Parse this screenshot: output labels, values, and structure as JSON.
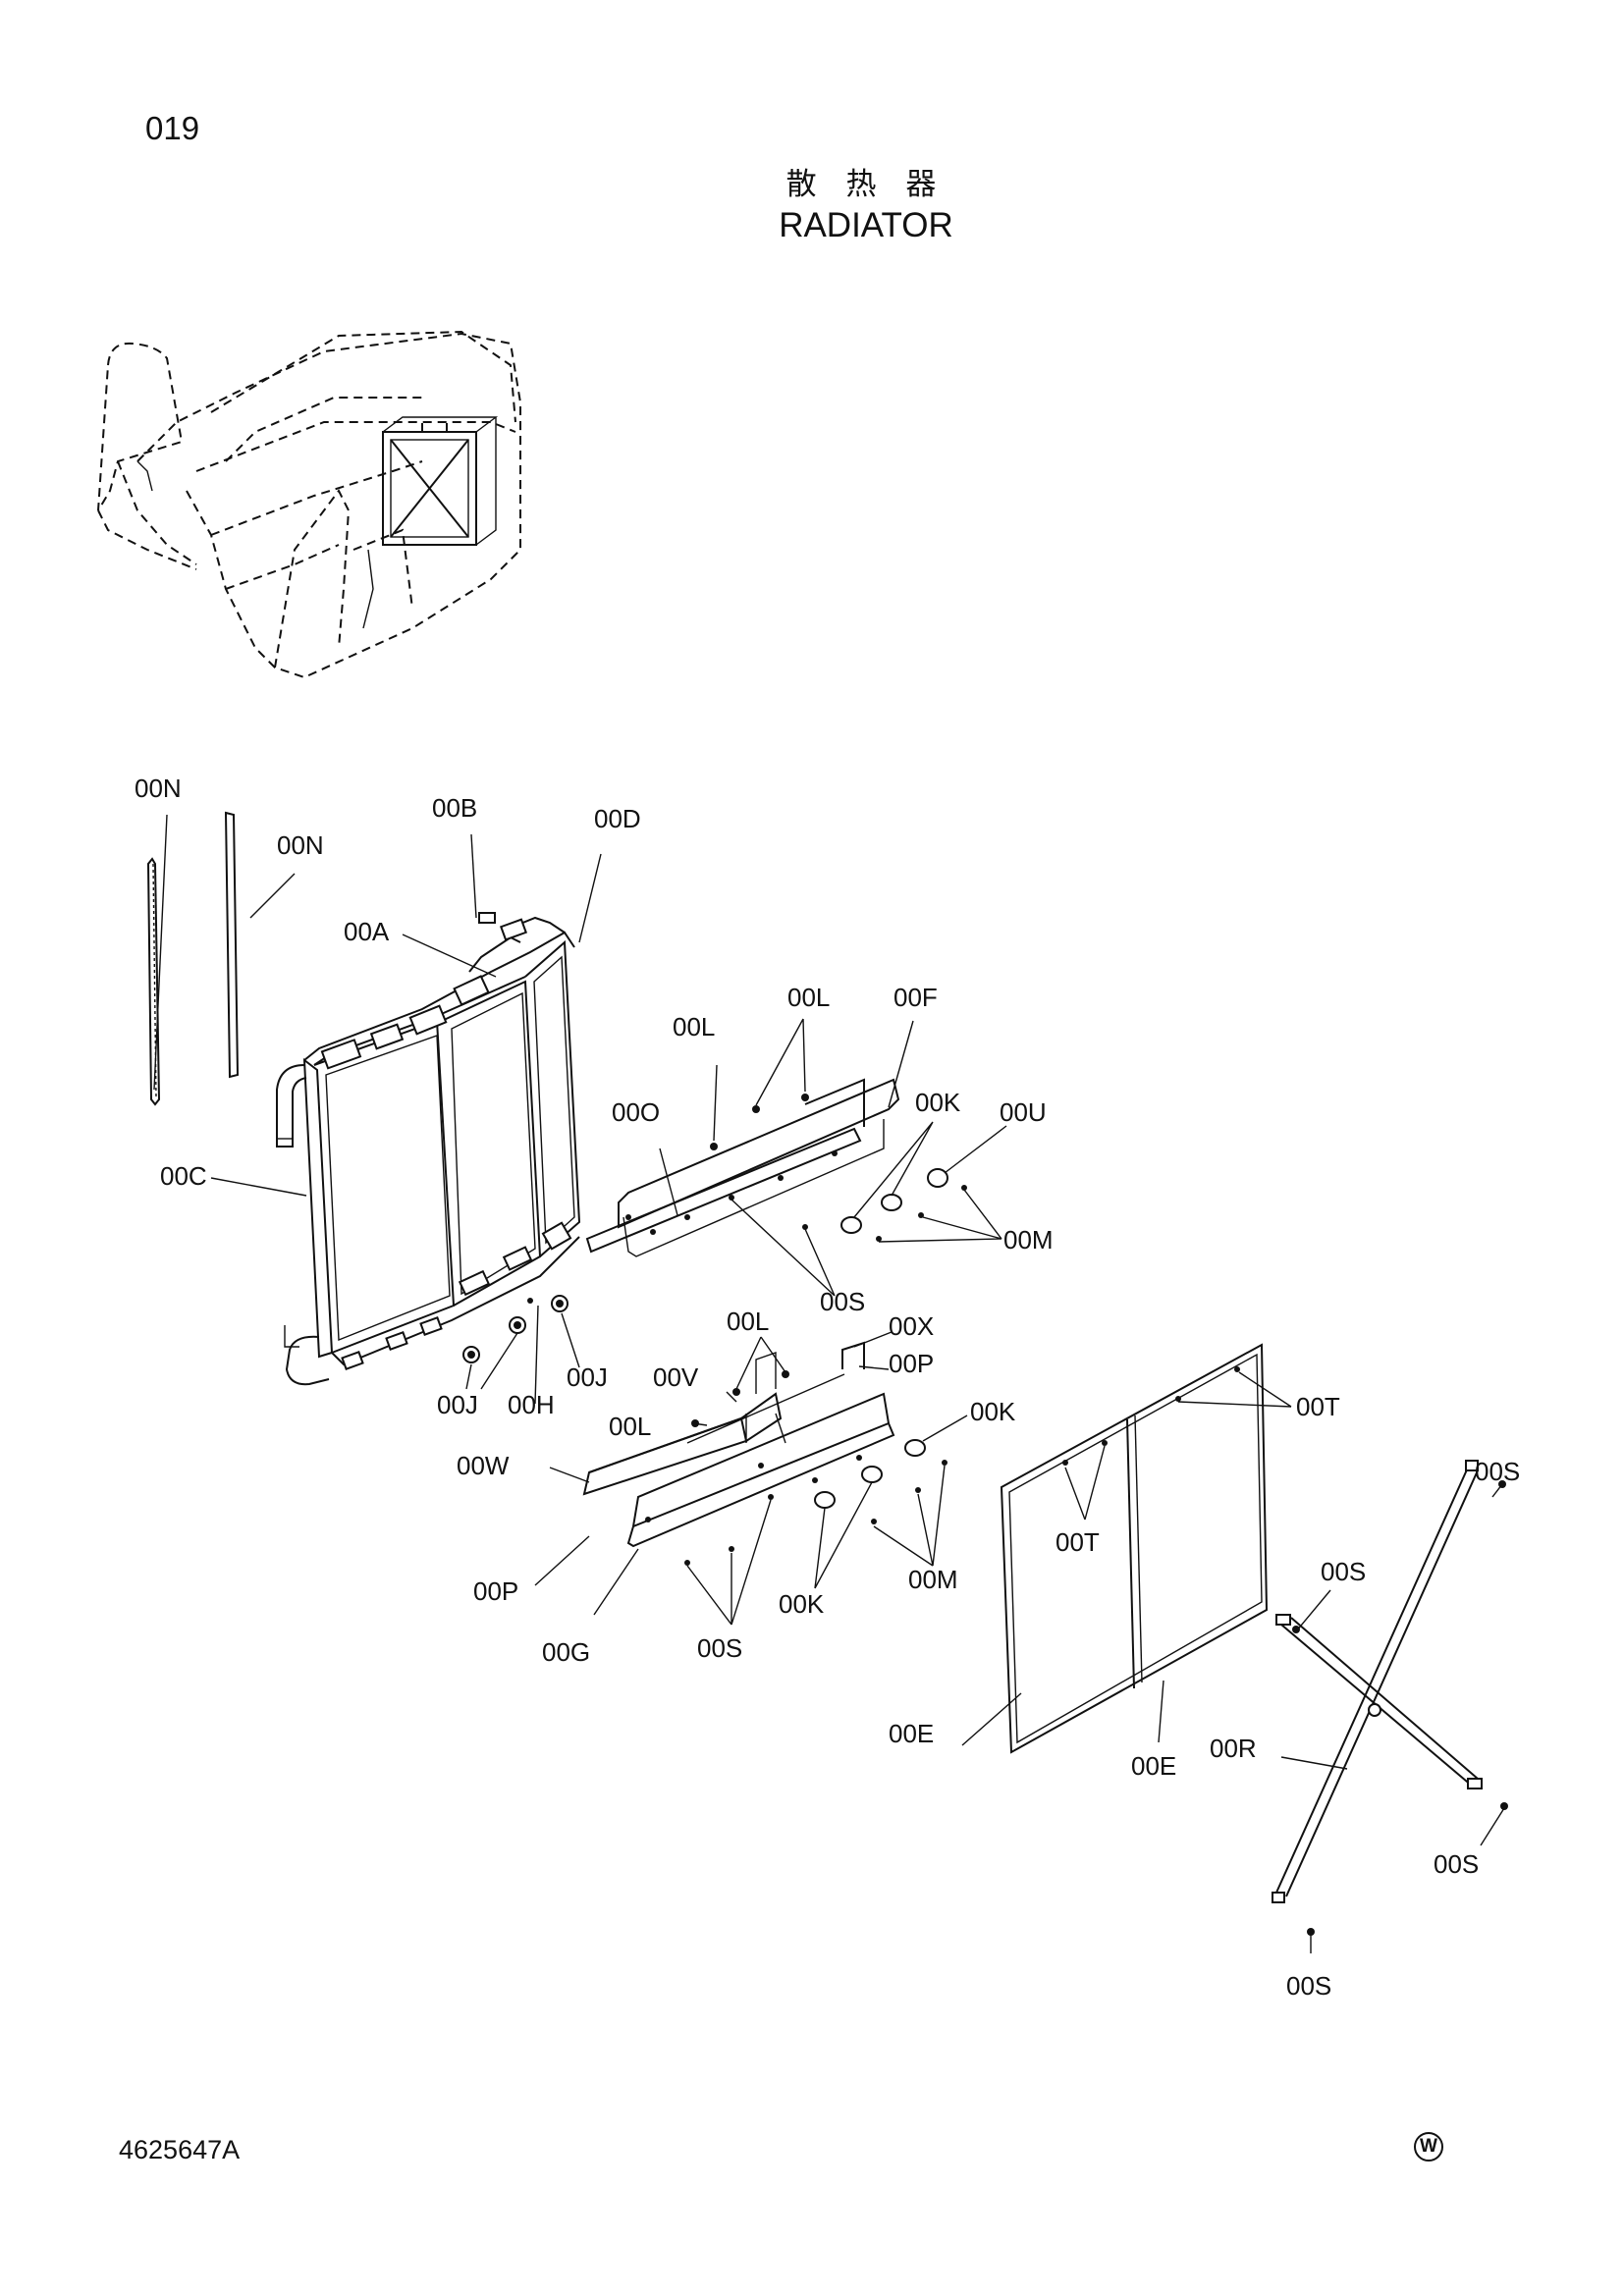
{
  "header": {
    "page_number": "019",
    "title_cn": "散 热 器",
    "title_en": "RADIATOR"
  },
  "footer": {
    "document_number": "4625647A",
    "mark": "W"
  },
  "callouts": {
    "n1": "00N",
    "n2": "00N",
    "b": "00B",
    "d": "00D",
    "a": "00A",
    "c": "00C",
    "j1": "00J",
    "j2": "00J",
    "h": "00H",
    "l1": "00L",
    "l2": "00L",
    "f": "00F",
    "o": "00O",
    "k1": "00K",
    "u": "00U",
    "m1": "00M",
    "s1": "00S",
    "l3": "00L",
    "x": "00X",
    "v": "00V",
    "p1": "00P",
    "l4": "00L",
    "k2": "00K",
    "w": "00W",
    "p2": "00P",
    "g": "00G",
    "s2": "00S",
    "k3": "00K",
    "m2": "00M",
    "t1": "00T",
    "t2": "00T",
    "e1": "00E",
    "e2": "00E",
    "s3": "00S",
    "s4": "00S",
    "r": "00R",
    "s5": "00S",
    "s6": "00S"
  }
}
